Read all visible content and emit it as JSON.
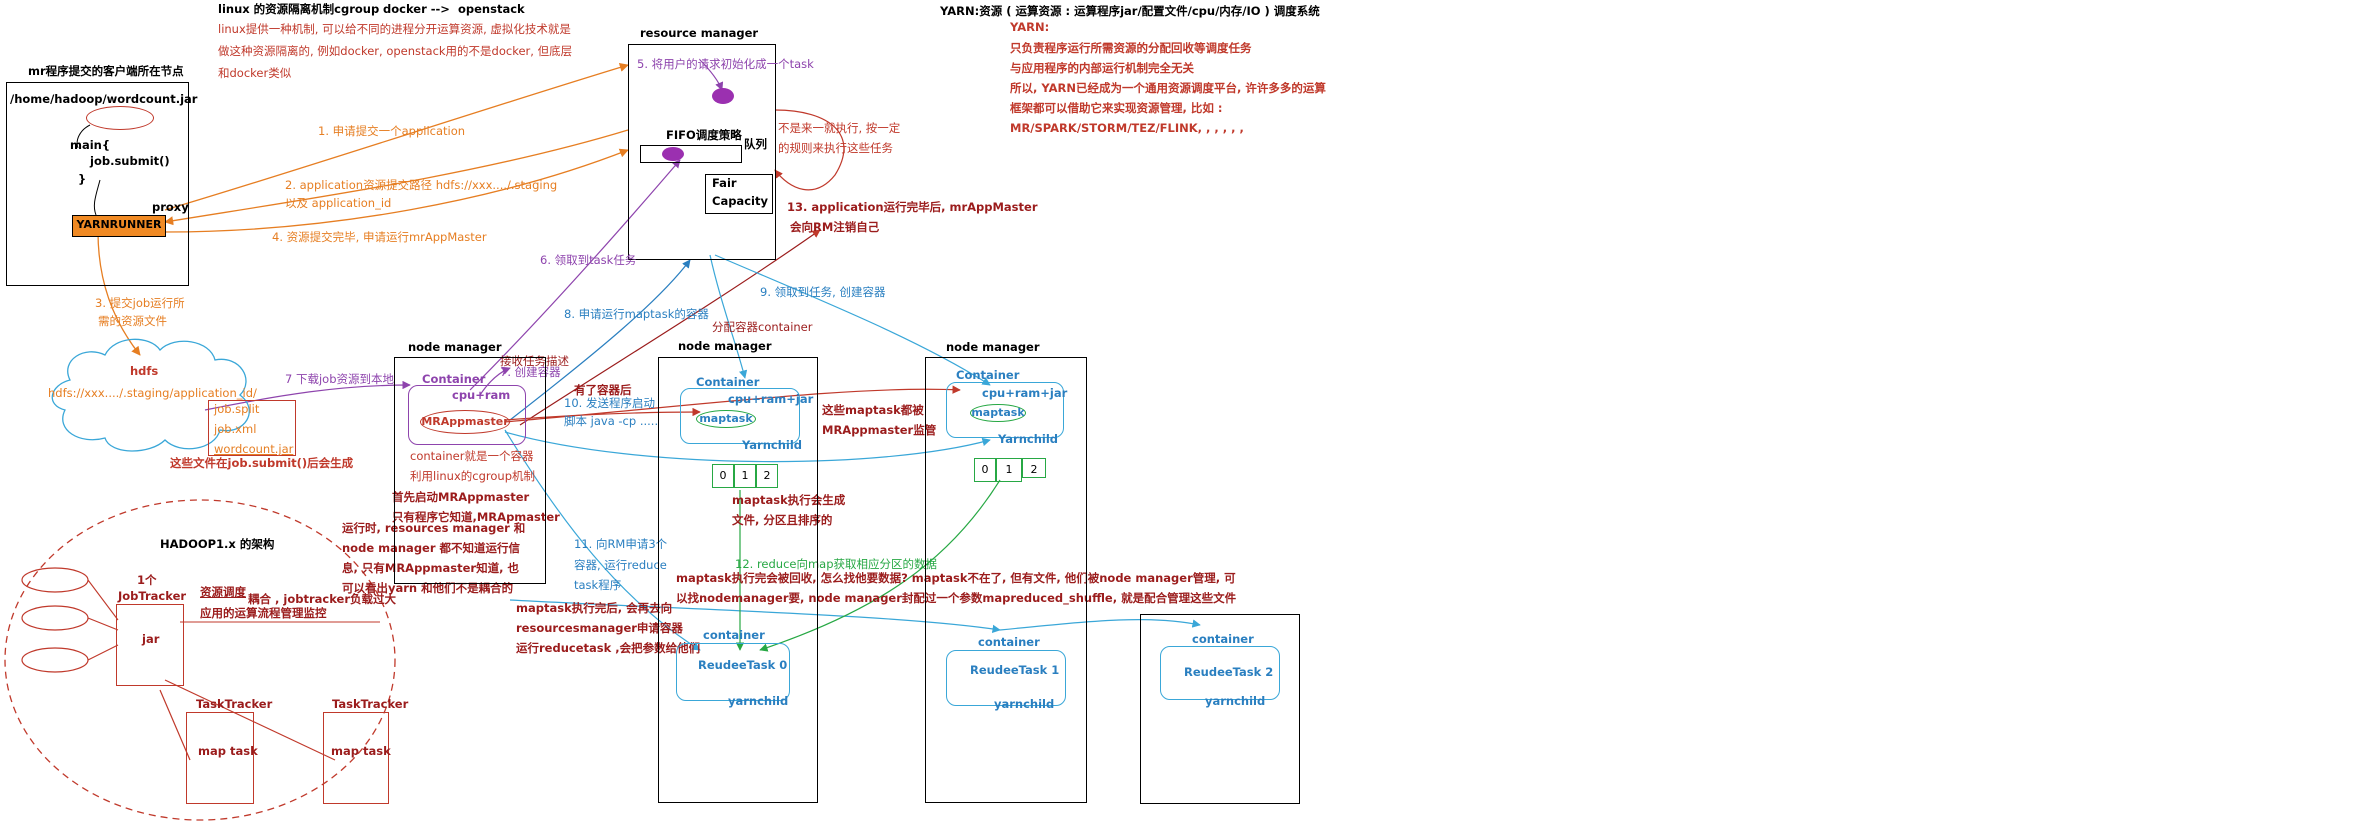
{
  "top": {
    "linux_title": "linux 的资源隔离机制cgroup",
    "docker": "docker  -->",
    "openstack": "openstack",
    "linux_desc": [
      "linux提供一种机制, 可以给不同的进程分开运算资源, 虚拟化技术就是",
      "做这种资源隔离的, 例如docker, openstack用的不是docker, 但底层",
      "和docker类似"
    ]
  },
  "yarn_info": {
    "title": "YARN:资源 ( 运算资源 : 运算程序jar/配置文件/cpu/内存/IO ) 调度系统",
    "label": "YARN:",
    "lines": [
      "只负责程序运行所需资源的分配回收等调度任务",
      "与应用程序的内部运行机制完全无关",
      "所以, YARN已经成为一个通用资源调度平台, 许许多多的运算",
      "框架都可以借助它来实现资源管理, 比如 :",
      "MR/SPARK/STORM/TEZ/FLINK, , , , , ,"
    ]
  },
  "client": {
    "title": "mr程序提交的客户端所在节点",
    "path": "/home/hadoop/wordcount.jar",
    "main": "main{",
    "submit": "job.submit()",
    "brace": "}",
    "proxy": "proxy",
    "yarnrunner": "YARNRUNNER"
  },
  "rm": {
    "title": "resource manager",
    "fifo": "FIFO调度策略",
    "queue": "队列",
    "fair": "Fair",
    "capacity": "Capacity"
  },
  "steps": {
    "s1": "1. 申请提交一个application",
    "s2a": "2. application资源提交路径 hdfs://xxx..../.staging",
    "s2b": "以及 application_id",
    "s3a": "3. 提交job运行所",
    "s3b": "需的资源文件",
    "s4": "4. 资源提交完毕, 申请运行mrAppMaster",
    "s5": "5. 将用户的请求初始化成一个task",
    "s6": "6. 领取到task任务",
    "s7": "7. 创建容器",
    "s7b": "7 下载job资源到本地",
    "s8": "8. 申请运行maptask的容器",
    "s9": "9. 领取到任务, 创建容器",
    "s10a": "10. 发送程序启动",
    "s10b": "脚本 java -cp .....",
    "s11a": "11. 向RM申请3个",
    "s11b": "容器, 运行reduce",
    "s11c": "task程序",
    "s12": "12. reduce向map获取相应分区的数据",
    "s13a": "13. application运行完毕后, mrAppMaster",
    "s13b": "会向RM注销自己"
  },
  "notes": {
    "not_exec": [
      "不是来一就执行, 按一定",
      "的规则来执行这些任务"
    ],
    "alloc": "分配容器container",
    "receive": "接收任务描述",
    "have_container": "有了容器后",
    "monitored": [
      "这些maptask都被",
      "MRAppmaster监管"
    ],
    "partition": [
      "maptask执行会生成",
      "文件, 分区且排序的"
    ],
    "container_desc": [
      "container就是一个容器",
      "利用linux的cgroup机制"
    ],
    "start_mram": [
      "首先启动MRAppmaster",
      "只有程序它知道,MRApmaster"
    ],
    "runtime": [
      "运行时, resources manager 和",
      "node manager 都不知道运行信",
      "息, 只有MRAppmaster知道, 也",
      "可以看出yarn 和他们不是耦合的"
    ],
    "maptask_done": [
      "maptask执行完后, 会再去向",
      "resourcesmanager申请容器",
      "运行reducetask ,会把参数给他们"
    ],
    "shuffle": [
      "maptask执行完会被回收, 怎么找他要数据? maptask不在了, 但有文件, 他们被node manager管理, 可",
      "以找nodemanager要, node manager封配过一个参数mapreduced_shuffle, 就是配合管理这些文件"
    ]
  },
  "hdfs": {
    "title": "hdfs",
    "path": "hdfs://xxx..../.staging/application_id/",
    "files": [
      "job.split",
      "job.xml",
      "wordcount.jar"
    ],
    "note": "这些文件在job.submit()后会生成"
  },
  "nm1": {
    "title": "node manager",
    "container": "Container",
    "cpuram": "cpu+ram",
    "mram": "MRAppmaster"
  },
  "nm2": {
    "title": "node manager",
    "container": "Container",
    "cpuramjar": "cpu+ram+jar",
    "maptask": "maptask",
    "yarnchild": "Yarnchild",
    "parts": [
      "0",
      "1",
      "2"
    ]
  },
  "nm3": {
    "title": "node manager",
    "container": "Container",
    "cpuramjar": "cpu+ram+jar",
    "maptask": "maptask",
    "yarnchild": "Yarnchild",
    "parts": [
      "0",
      "1",
      "2"
    ]
  },
  "reduce": [
    {
      "container": "container",
      "task": "ReudeeTask  0",
      "yarnchild": "yarnchild"
    },
    {
      "container": "container",
      "task": "ReudeeTask  1",
      "yarnchild": "yarnchild"
    },
    {
      "container": "container",
      "task": "ReudeeTask  2",
      "yarnchild": "yarnchild"
    }
  ],
  "hadoop1": {
    "title": "HADOOP1.x 的架构",
    "count": "1个",
    "jobtracker": "JobTracker",
    "jar": "jar",
    "desc1": "资源调度",
    "desc1b": "耦合 , jobtracker负载过大",
    "desc2": "应用的运算流程管理监控",
    "tt1": "TaskTracker",
    "tt2": "TaskTracker",
    "maptask": "map task"
  },
  "colors": {
    "red": "#c0392b",
    "orange": "#e67e22",
    "purple": "#8e44ad",
    "blue": "#2a7fc0",
    "green": "#27a844",
    "cyan": "#3aa7d8"
  }
}
